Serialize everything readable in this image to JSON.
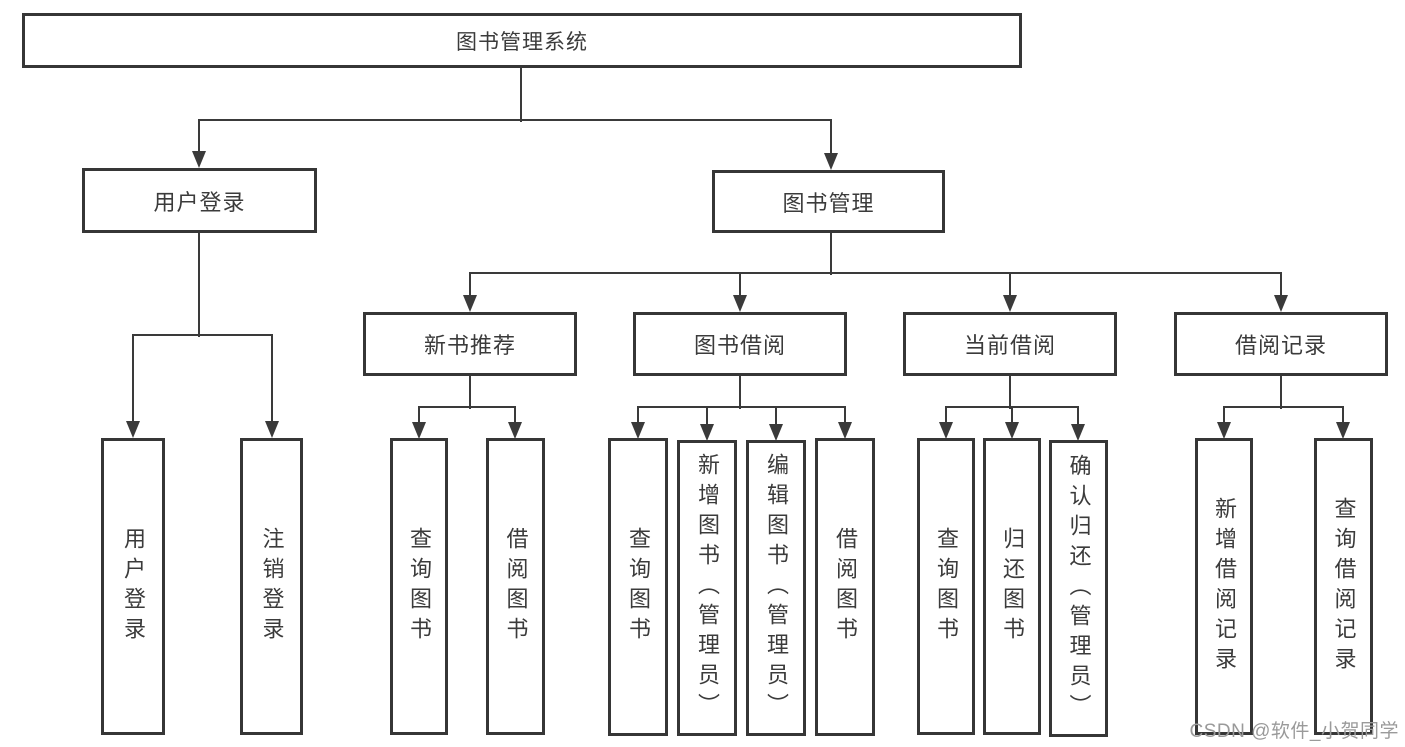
{
  "colors": {
    "background": "#ffffff",
    "line": "#3a3a3a",
    "box_border": "#363636",
    "text": "#3b3b3b",
    "watermark": "#9a9a9a"
  },
  "watermark": {
    "text": "CSDN @软件_小贺同学"
  },
  "tree": {
    "id": "root",
    "label": "图书管理系统",
    "children": [
      {
        "id": "user-login",
        "label": "用户登录",
        "children": [
          {
            "id": "user-login-leaf",
            "label": "用户登录"
          },
          {
            "id": "logout-leaf",
            "label": "注销登录"
          }
        ]
      },
      {
        "id": "book-mgmt",
        "label": "图书管理",
        "children": [
          {
            "id": "new-book-rec",
            "label": "新书推荐",
            "children": [
              {
                "id": "nbr-query-books",
                "label": "查询图书"
              },
              {
                "id": "nbr-borrow-books",
                "label": "借阅图书"
              }
            ]
          },
          {
            "id": "book-borrow",
            "label": "图书借阅",
            "children": [
              {
                "id": "bb-query-books",
                "label": "查询图书"
              },
              {
                "id": "bb-add-books",
                "label": "新增图书（管理员）"
              },
              {
                "id": "bb-edit-books",
                "label": "编辑图书（管理员）"
              },
              {
                "id": "bb-borrow-books",
                "label": "借阅图书"
              }
            ]
          },
          {
            "id": "current-borrow",
            "label": "当前借阅",
            "children": [
              {
                "id": "cb-query-books",
                "label": "查询图书"
              },
              {
                "id": "cb-return-books",
                "label": "归还图书"
              },
              {
                "id": "cb-confirm-return",
                "label": "确认归还（管理员）"
              }
            ]
          },
          {
            "id": "borrow-records",
            "label": "借阅记录",
            "children": [
              {
                "id": "br-add-record",
                "label": "新增借阅记录"
              },
              {
                "id": "br-query-record",
                "label": "查询借阅记录"
              }
            ]
          }
        ]
      }
    ]
  }
}
